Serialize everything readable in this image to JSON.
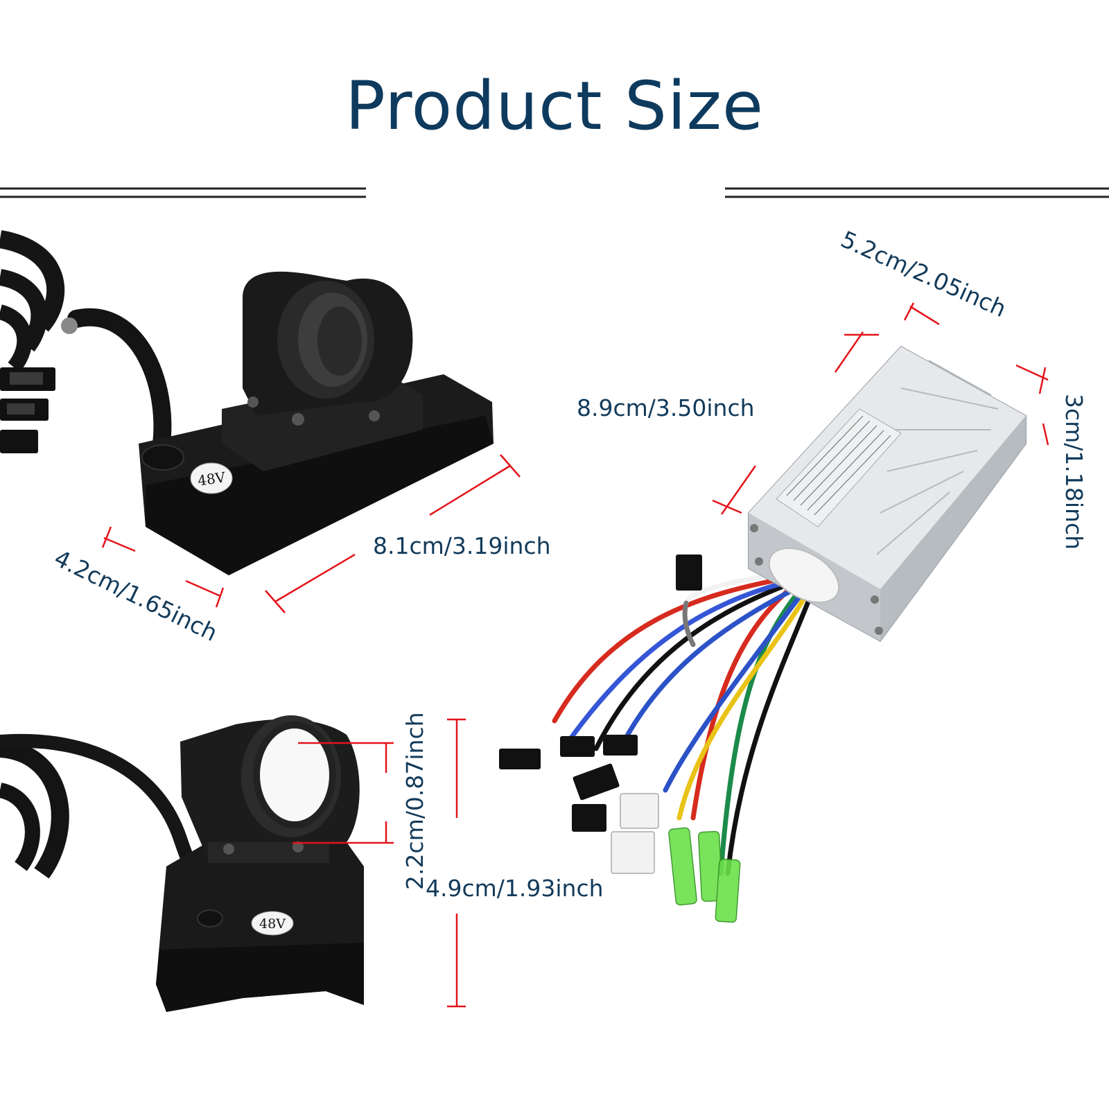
{
  "heading": {
    "title": "Product Size"
  },
  "colors": {
    "heading": "#0e3a5e",
    "label": "#123a5a",
    "dimension_line": "#e3141b",
    "rule": "#222222",
    "device_body": "#1b1b1b",
    "controller_body": "#d7d9dc"
  },
  "display_unit": {
    "voltage_label": "48V",
    "length_label": "8.1cm/3.19inch",
    "width_label": "4.2cm/1.65inch"
  },
  "throttle_unit": {
    "voltage_label": "48V",
    "clamp_label": "2.2cm/0.87inch",
    "height_label": "4.9cm/1.93inch"
  },
  "controller": {
    "width_label": "5.2cm/2.05inch",
    "length_label": "8.9cm/3.50inch",
    "height_label": "3cm/1.18inch"
  }
}
